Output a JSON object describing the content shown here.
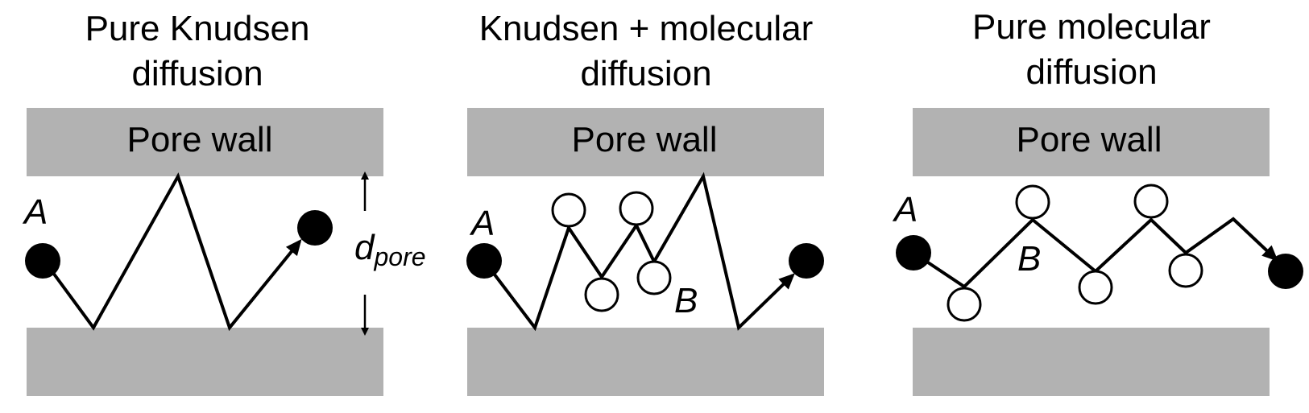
{
  "panels": [
    {
      "title_line1": "Pure Knudsen",
      "title_line2": "diffusion",
      "wall_label": "Pore wall",
      "molecule_a": "A"
    },
    {
      "title_line1": "Knudsen + molecular",
      "title_line2": "diffusion",
      "wall_label": "Pore wall",
      "molecule_a": "A",
      "molecule_b": "B"
    },
    {
      "title_line1": "Pure molecular",
      "title_line2": "diffusion",
      "wall_label": "Pore wall",
      "molecule_a": "A",
      "molecule_b": "B"
    }
  ],
  "dimension": {
    "symbol": "d",
    "subscript": "pore"
  },
  "colors": {
    "wall": "#b2b2b2",
    "line": "#000000",
    "molecule_a": "#000000",
    "molecule_b": "#ffffff"
  }
}
